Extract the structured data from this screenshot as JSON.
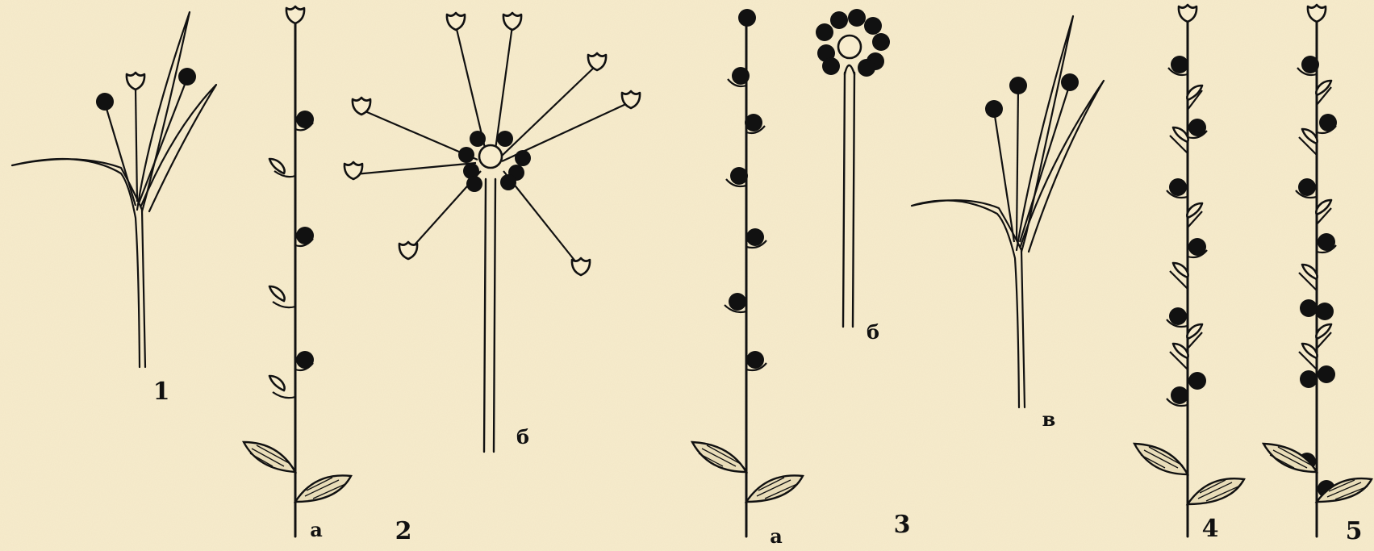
{
  "figure": {
    "panels": [
      {
        "number": "1"
      },
      {
        "number": "2",
        "parts": [
          "а",
          "б"
        ]
      },
      {
        "number": "3",
        "parts": [
          "а",
          "б",
          "в"
        ]
      },
      {
        "number": "4"
      },
      {
        "number": "5"
      }
    ]
  },
  "colors": {
    "background": "#f7eccd",
    "ink": "#111111",
    "leaf_fill": "#e9ddb9"
  },
  "icons": {
    "open_flower": "open-flower-icon",
    "fruit": "fruit-icon",
    "leaf": "leaf-icon"
  }
}
